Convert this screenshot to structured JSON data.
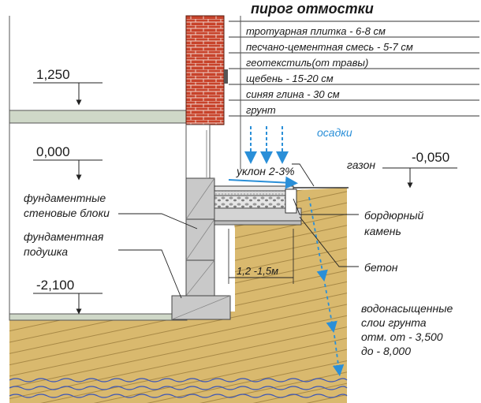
{
  "title": "пирог отмостки",
  "layers": [
    "тротуарная плитка - 6-8 см",
    "песчано-цементная смесь - 5-7 см",
    "геотекстиль(от травы)",
    "щебень - 15-20 см",
    "синяя глина - 30 см",
    "грунт"
  ],
  "levels": {
    "floor": "1,250",
    "zero": "0,000",
    "ground": "-0,050",
    "bottom": "-2,100"
  },
  "labels": {
    "precipitation": "осадки",
    "slope": "уклон 2-3%",
    "lawn": "газон",
    "blocks_line1": "фундаментные",
    "blocks_line2": "стеновые блоки",
    "cushion_line1": "фундаментная",
    "cushion_line2": "подушка",
    "curb_line1": "бордюрный",
    "curb_line2": "камень",
    "concrete": "бетон",
    "width": "1,2 -1,5м",
    "water_line1": "водонасыщенные",
    "water_line2": "слои грунта",
    "water_line3": "отм. от  - 3,500",
    "water_line4": "до  - 8,000"
  },
  "colors": {
    "soil": "#d9b96e",
    "brick": "#c8432b",
    "arrow": "#2a8fd8",
    "block": "#c9c9c9"
  }
}
